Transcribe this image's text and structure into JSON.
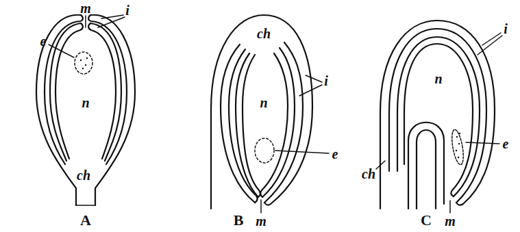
{
  "diagram": {
    "labels": [
      "m",
      "i",
      "e",
      "n",
      "ch",
      "A",
      "ch",
      "i",
      "n",
      "e",
      "m",
      "B",
      "n",
      "i",
      "e",
      "ch",
      "m",
      "C"
    ]
  }
}
